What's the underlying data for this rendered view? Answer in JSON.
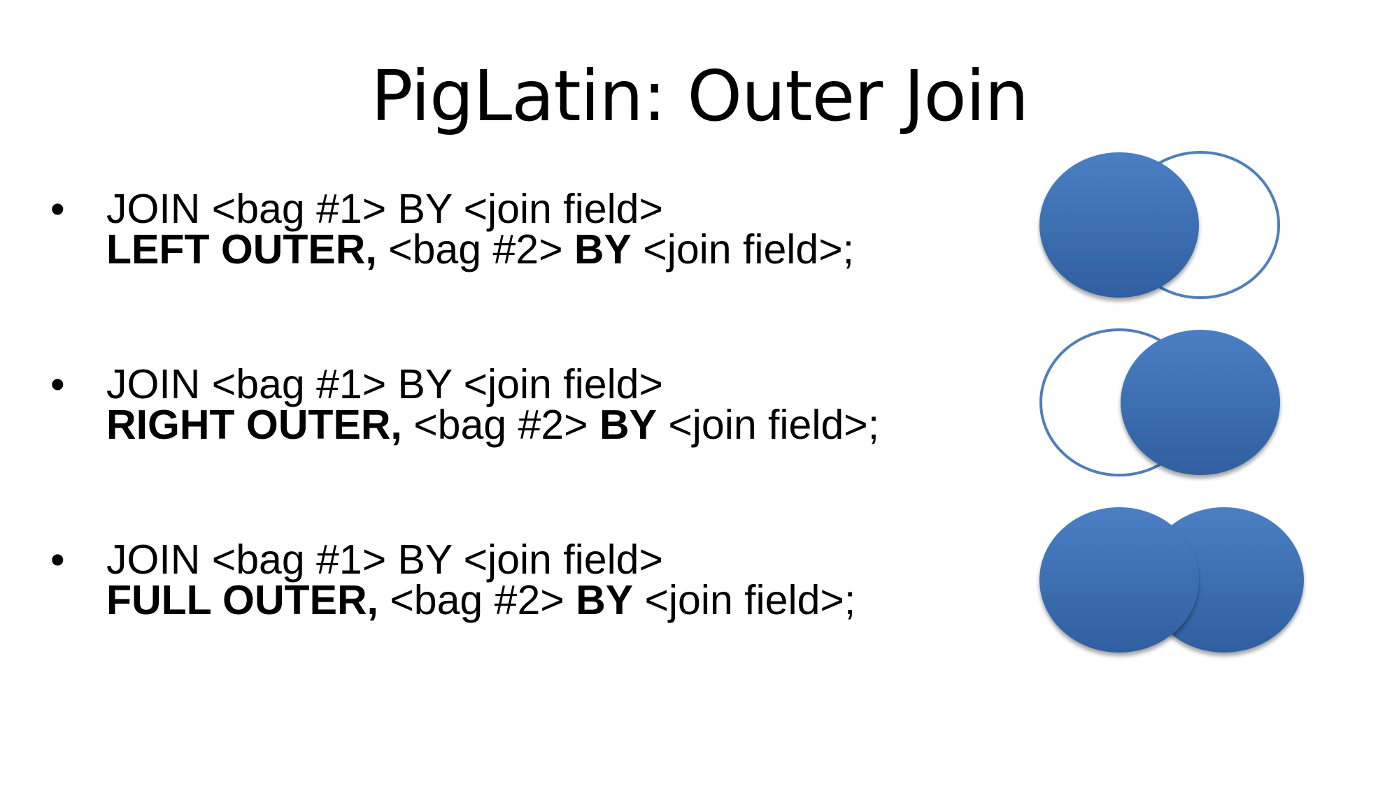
{
  "slide": {
    "title": "PigLatin: Outer Join",
    "bullet_char": "•",
    "bullets": [
      {
        "line1": "JOIN <bag #1> BY <join field>",
        "keyword": "LEFT OUTER,",
        "middle": " <bag #2> ",
        "by": "BY",
        "end": " <join field>;"
      },
      {
        "line1": "JOIN <bag #1> BY <join field>",
        "keyword": "RIGHT OUTER,",
        "middle": " <bag #2> ",
        "by": "BY",
        "end": " <join field>;"
      },
      {
        "line1": "JOIN <bag #1> BY <join field>",
        "keyword": "FULL OUTER,",
        "middle": " <bag #2> ",
        "by": "BY",
        "end": " <join field>;"
      }
    ]
  },
  "colors": {
    "circle_fill_top": "#4a7fc4",
    "circle_fill_bottom": "#2f5f9f",
    "circle_stroke": "#4f7fb8",
    "text": "#000000",
    "background": "#ffffff"
  }
}
